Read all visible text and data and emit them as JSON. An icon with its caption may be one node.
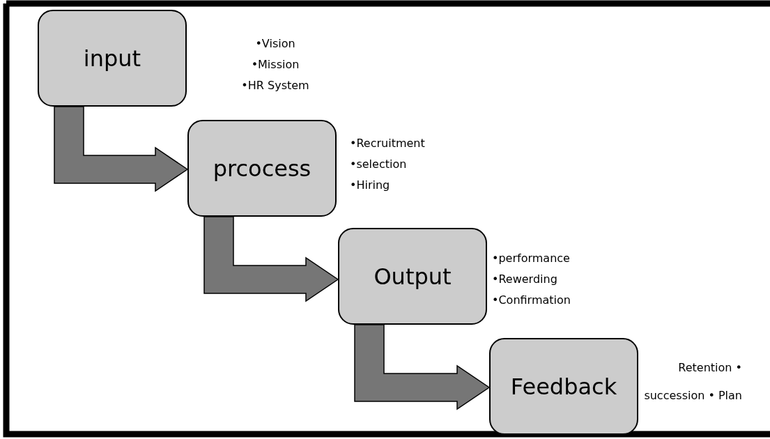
{
  "diagram": {
    "nodes": [
      {
        "text": [
          "input"
        ],
        "beside": [
          "•Vision",
          "•Mission",
          "•HR System"
        ]
      },
      {
        "text": [
          "prcocess"
        ],
        "beside": [
          "•Recruitment",
          "•selection",
          "•Hiring"
        ]
      },
      {
        "text": [
          "Output"
        ],
        "beside": [
          "•performance",
          "•Rewerding",
          "•Confirmation"
        ]
      },
      {
        "text": [
          "Feedback"
        ],
        "beside": [
          "Retention •",
          "succession • Plan"
        ]
      }
    ],
    "edges": [
      {
        "from": 0,
        "to": 1,
        "arrow": "to"
      },
      {
        "from": 1,
        "to": 2,
        "arrow": "to"
      },
      {
        "from": 2,
        "to": 3,
        "arrow": "to"
      }
    ]
  }
}
